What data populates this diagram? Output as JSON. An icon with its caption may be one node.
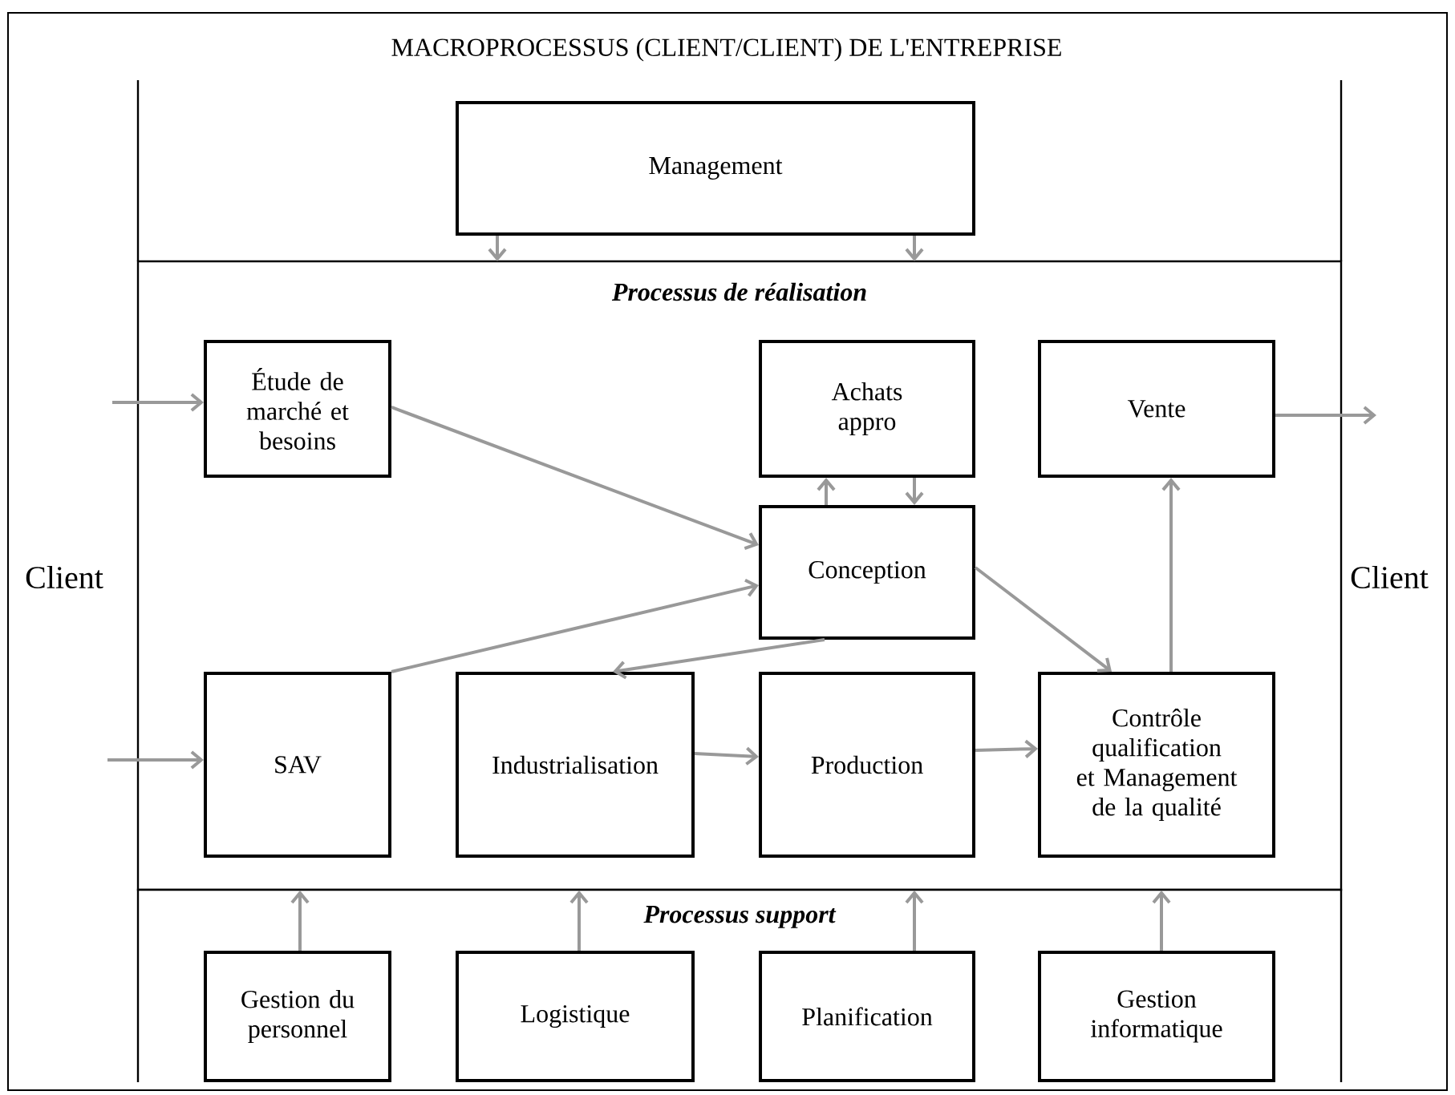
{
  "diagram": {
    "title": "MACROPROCESSUS (CLIENT/CLIENT) DE L'ENTREPRISE",
    "nodes": [
      {
        "text": [
          "Management"
        ]
      },
      {
        "text": [
          "Processus de réalisation"
        ]
      },
      {
        "text": [
          "Étude de marché et besoins"
        ],
        "in": 1
      },
      {
        "text": [
          "Achats appro"
        ],
        "in": 1
      },
      {
        "text": [
          "Vente"
        ],
        "in": 1
      },
      {
        "text": [
          "Conception"
        ],
        "in": 1
      },
      {
        "text": [
          "SAV"
        ],
        "in": 1
      },
      {
        "text": [
          "Industrialisation"
        ],
        "in": 1
      },
      {
        "text": [
          "Production"
        ],
        "in": 1
      },
      {
        "text": [
          "Contrôle qualification et Management de la qualité"
        ],
        "in": 1
      },
      {
        "text": [
          "Processus support"
        ]
      },
      {
        "text": [
          "Gestion du personnel"
        ],
        "in": 10
      },
      {
        "text": [
          "Logistique"
        ],
        "in": 10
      },
      {
        "text": [
          "Planification"
        ],
        "in": 10
      },
      {
        "text": [
          "Gestion informatique"
        ],
        "in": 10
      }
    ],
    "edges": [
      {
        "from": 0,
        "to": 1,
        "arrow": "to"
      },
      {
        "from": 0,
        "to": 1,
        "arrow": "to"
      },
      {
        "from": null,
        "to": 2,
        "arrow": "to"
      },
      {
        "from": 2,
        "to": 5,
        "arrow": "to"
      },
      {
        "from": 5,
        "to": 3,
        "arrow": "to"
      },
      {
        "from": 3,
        "to": 5,
        "arrow": "to"
      },
      {
        "from": 6,
        "to": 5,
        "arrow": "to"
      },
      {
        "from": 5,
        "to": 7,
        "arrow": "to"
      },
      {
        "from": 7,
        "to": 8,
        "arrow": "to"
      },
      {
        "from": 8,
        "to": 9,
        "arrow": "to"
      },
      {
        "from": 5,
        "to": 9,
        "arrow": "to"
      },
      {
        "from": 9,
        "to": 4,
        "arrow": "to"
      },
      {
        "from": 4,
        "to": null,
        "arrow": "to"
      },
      {
        "from": null,
        "to": 6,
        "arrow": "to"
      },
      {
        "from": 11,
        "to": 1,
        "arrow": "to"
      },
      {
        "from": 12,
        "to": 1,
        "arrow": "to"
      },
      {
        "from": 13,
        "to": 1,
        "arrow": "to"
      },
      {
        "from": 14,
        "to": 1,
        "arrow": "to"
      }
    ],
    "labels": [
      "Client",
      "Client"
    ]
  }
}
